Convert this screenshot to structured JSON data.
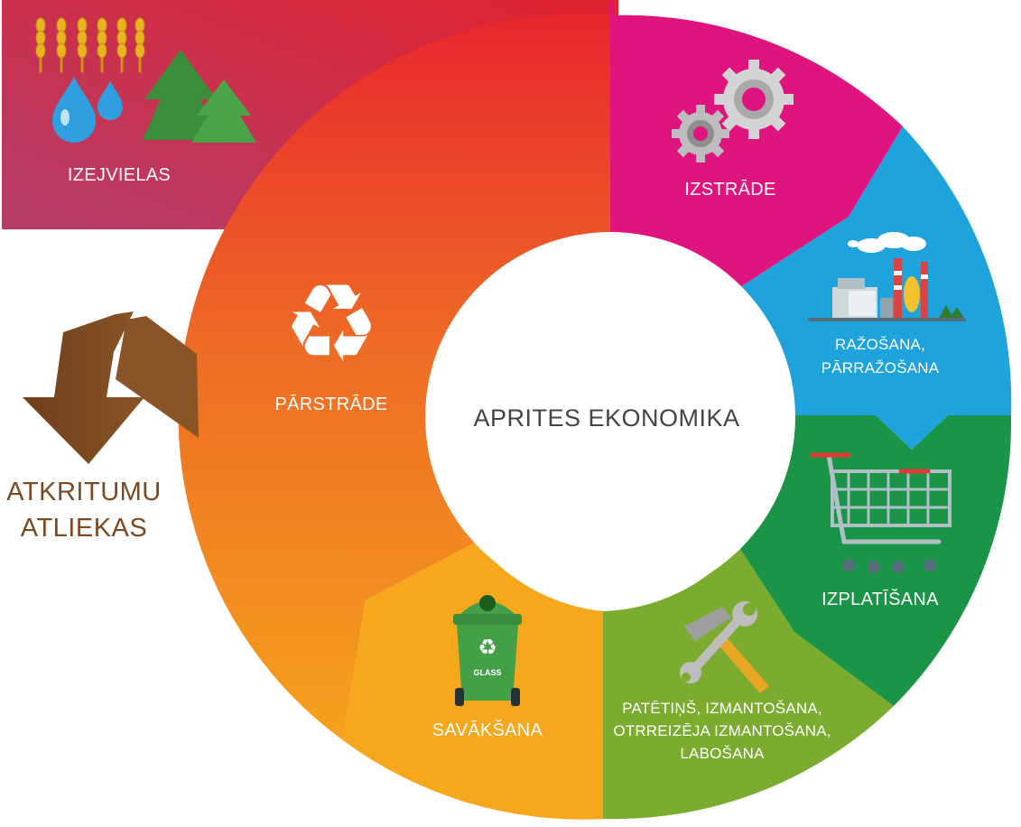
{
  "center_title": "APRITES EKONOMIKA",
  "stages": {
    "raw_materials": "IZEJVIELAS",
    "design": "IZSTRĀDE",
    "production": [
      "RAŽOŠANA,",
      "PĀRRAŽOŠANA"
    ],
    "distribution": "IZPLATĪŠANA",
    "consumption": [
      "PATĒTIŅŠ, IZMANTOŠANA,",
      "OTRREIZĒJA IZMANTOŠANA,",
      "LABOŠANA"
    ],
    "collection": "SAVĀKŠANA",
    "recycling": "PĀRSTRĀDE"
  },
  "waste": [
    "ATKRITUMU",
    "ATLIEKAS"
  ],
  "bin_label": "GLASS",
  "colors": {
    "raw_materials": "#b23a63",
    "design": "#e0147f",
    "production": "#1ea3dc",
    "distribution": "#1a9447",
    "consumption": "#7bab2f",
    "collection": "#f6a71b",
    "recycling_top": "#e9262d",
    "recycling_bottom": "#f39a1f",
    "waste": "#7a4a22"
  }
}
